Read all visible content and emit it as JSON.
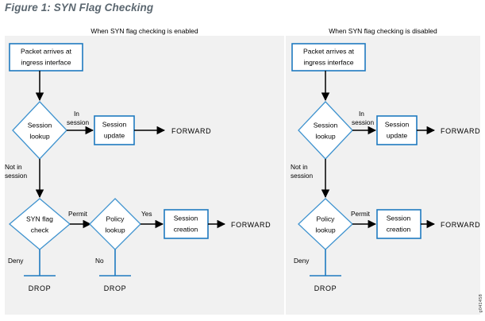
{
  "figure": {
    "title": "Figure 1: SYN Flag Checking",
    "credit": "g041458"
  },
  "panels": {
    "left": {
      "heading": "When SYN flag checking is enabled",
      "nodes": {
        "ingress": "Packet arrives at\ningress interface",
        "ingress_line1": "Packet arrives at",
        "ingress_line2": "ingress interface",
        "session_lookup_line1": "Session",
        "session_lookup_line2": "lookup",
        "session_update_line1": "Session",
        "session_update_line2": "update",
        "syn_flag_check_line1": "SYN flag",
        "syn_flag_check_line2": "check",
        "policy_lookup_line1": "Policy",
        "policy_lookup_line2": "lookup",
        "session_creation_line1": "Session",
        "session_creation_line2": "creation"
      },
      "edge_labels": {
        "in_session_line1": "In",
        "in_session_line2": "session",
        "not_in_session_line1": "Not in",
        "not_in_session_line2": "session",
        "permit": "Permit",
        "deny": "Deny",
        "yes": "Yes",
        "no": "No"
      },
      "endpoints": {
        "forward_top": "FORWARD",
        "forward_bottom": "FORWARD",
        "drop_left": "DROP",
        "drop_mid": "DROP"
      }
    },
    "right": {
      "heading": "When SYN flag checking is disabled",
      "nodes": {
        "ingress_line1": "Packet arrives at",
        "ingress_line2": "ingress interface",
        "session_lookup_line1": "Session",
        "session_lookup_line2": "lookup",
        "session_update_line1": "Session",
        "session_update_line2": "update",
        "policy_lookup_line1": "Policy",
        "policy_lookup_line2": "lookup",
        "session_creation_line1": "Session",
        "session_creation_line2": "creation"
      },
      "edge_labels": {
        "in_session_line1": "In",
        "in_session_line2": "session",
        "not_in_session_line1": "Not in",
        "not_in_session_line2": "session",
        "permit": "Permit",
        "deny": "Deny"
      },
      "endpoints": {
        "forward_top": "FORWARD",
        "forward_bottom": "FORWARD",
        "drop": "DROP"
      }
    }
  },
  "colors": {
    "page_background": "#ffffff",
    "panel_background": "#f1f1f1",
    "box_stroke": "#1f7ac0",
    "diamond_stroke": "#3f93cf",
    "connector": "#000000",
    "title_text": "#5b6770",
    "body_text": "#000000"
  }
}
